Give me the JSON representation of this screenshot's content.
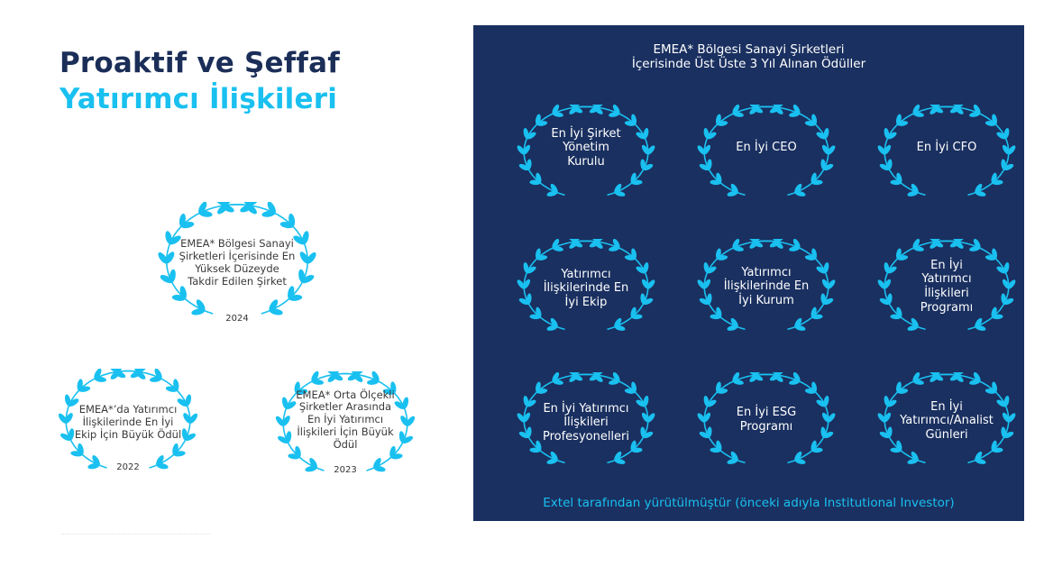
{
  "heading": {
    "line1": "Proaktif ve Şeffaf",
    "line2": "Yatırımcı İlişkileri"
  },
  "left_awards": [
    {
      "text": "EMEA* Bölgesi Sanayi Şirketleri İçerisinde En Yüksek Düzeyde Takdir Edilen Şirket",
      "year": "2024"
    },
    {
      "text": "EMEA*’da Yatırımcı İlişkilerinde En İyi Ekip İçin Büyük Ödül",
      "year": "2022"
    },
    {
      "text": "EMEA* Orta Ölçekli Şirketler Arasında En İyi Yatırımcı İlişkileri İçin Büyük Ödül",
      "year": "2023"
    }
  ],
  "panel": {
    "header": "EMEA* Bölgesi Sanayi Şirketleri İçerisinde Üst Üste 3 Yıl Alınan Ödüller",
    "footer": "Extel tarafından yürütülmüştür (önceki adıyla Institutional Investor)",
    "awards": [
      "En İyi Şirket Yönetim Kurulu",
      "En İyi CEO",
      "En İyi CFO",
      "Yatırımcı İlişkilerinde En İyi Ekip",
      "Yatırımcı İlişkilerinde En İyi Kurum",
      "En İyi Yatırımcı İlişkileri Programı",
      "En İyi Yatırımcı İlişkileri Profesyonelleri",
      "En İyi ESG Programı",
      "En İyi Yatırımcı/Analist Günleri"
    ]
  },
  "colors": {
    "navy": "#1a3060",
    "cyan": "#19c0f0",
    "title_navy": "#1b2e58"
  }
}
